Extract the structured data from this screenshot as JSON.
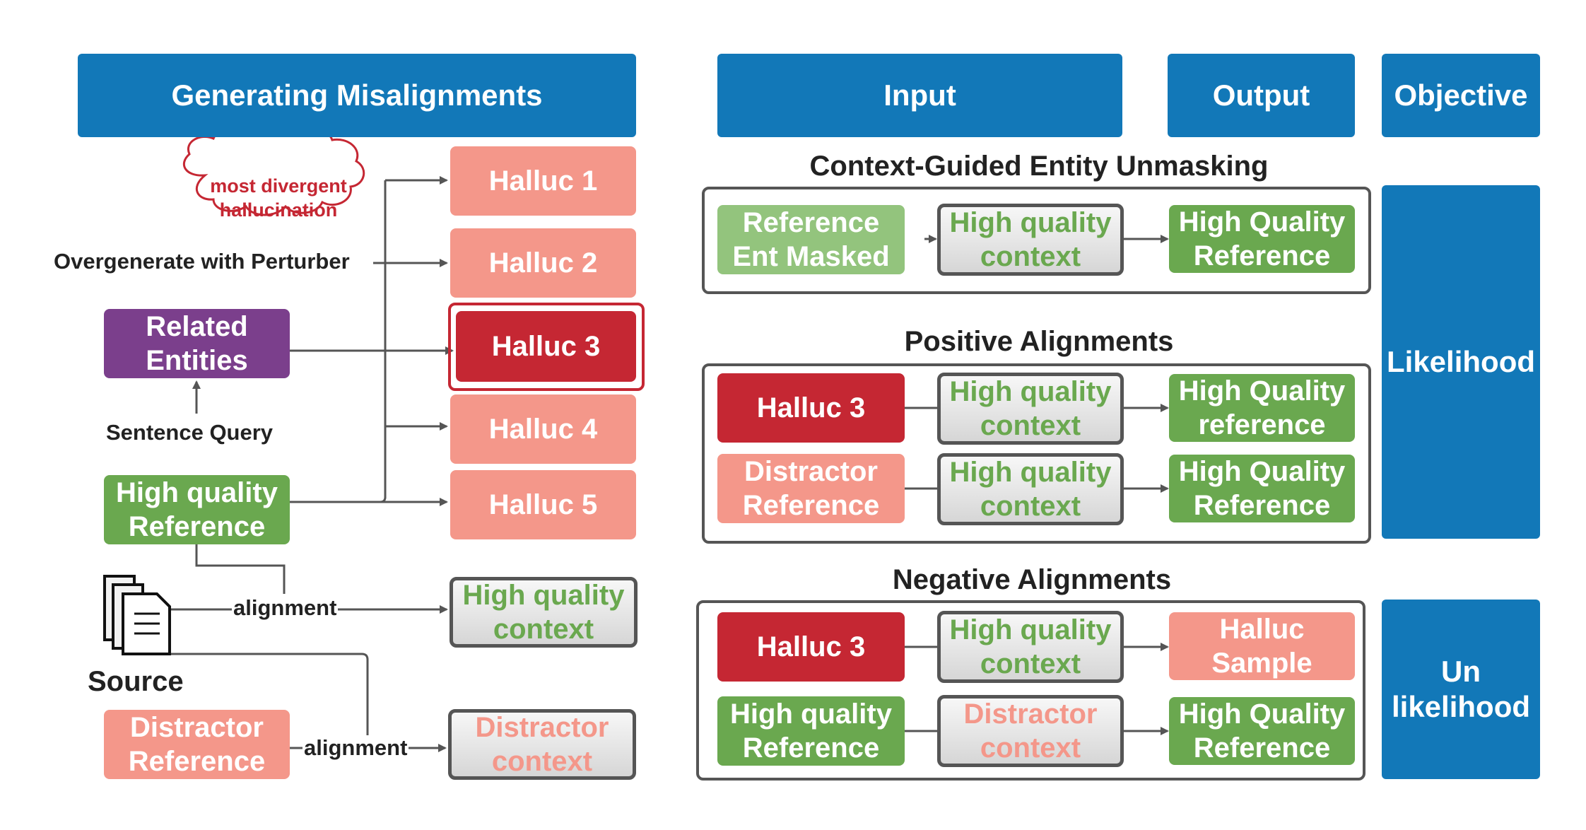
{
  "headers": {
    "left": "Generating Misalignments",
    "input": "Input",
    "output": "Output",
    "objective": "Objective"
  },
  "left_panel": {
    "cloud": [
      "most divergent",
      "hallucination"
    ],
    "perturber_label": "Overgenerate with Perturber",
    "related_entities": [
      "Related",
      "Entities"
    ],
    "sentence_query": "Sentence Query",
    "hq_reference": [
      "High quality",
      "Reference"
    ],
    "source_label": "Source",
    "distractor_reference": [
      "Distractor",
      "Reference"
    ],
    "alignment_1": "alignment",
    "alignment_2": "alignment",
    "hallucs": [
      "Halluc 1",
      "Halluc 2",
      "Halluc 3",
      "Halluc 4",
      "Halluc 5"
    ],
    "hq_context": [
      "High quality",
      "context"
    ],
    "distractor_context": [
      "Distractor",
      "context"
    ]
  },
  "sections": {
    "unmasking": {
      "title": "Context-Guided Entity Unmasking",
      "row": {
        "input_a": [
          "Reference",
          "Ent Masked"
        ],
        "input_b": [
          "High quality",
          "context"
        ],
        "output": [
          "High Quality",
          "Reference"
        ]
      }
    },
    "positive": {
      "title": "Positive Alignments",
      "row1": {
        "input_a": [
          "Halluc 3"
        ],
        "input_b": [
          "High quality",
          "context"
        ],
        "output": [
          "High Quality",
          "reference"
        ]
      },
      "row2": {
        "input_a": [
          "Distractor",
          "Reference"
        ],
        "input_b": [
          "High quality",
          "context"
        ],
        "output": [
          "High Quality",
          "Reference"
        ]
      }
    },
    "negative": {
      "title": "Negative Alignments",
      "row1": {
        "input_a": [
          "Halluc 3"
        ],
        "input_b": [
          "High quality",
          "context"
        ],
        "output": [
          "Halluc",
          "Sample"
        ]
      },
      "row2": {
        "input_a": [
          "High quality",
          "Reference"
        ],
        "input_b": [
          "Distractor",
          "context"
        ],
        "output": [
          "High Quality",
          "Reference"
        ]
      }
    }
  },
  "objectives": {
    "likelihood": "Likelihood",
    "unlikelihood": [
      "Un",
      "likelihood"
    ]
  },
  "colors": {
    "header_blue": "#1278b8",
    "green": "#6aa84f",
    "light_green": "#93c47d",
    "salmon": "#f4978a",
    "red": "#c52733",
    "purple": "#7b3f8c",
    "border_gray": "#555555"
  },
  "icons": [
    "cloud-icon",
    "document-stack-icon",
    "arrow-icon"
  ]
}
